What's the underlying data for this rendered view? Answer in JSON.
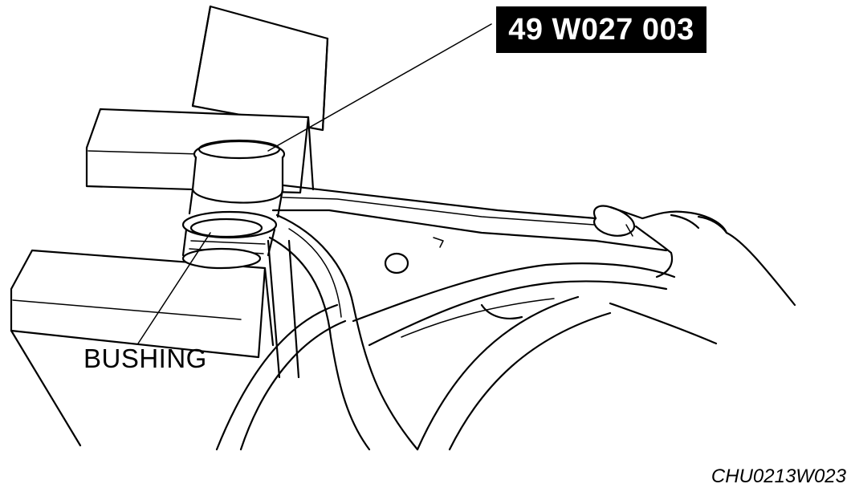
{
  "callouts": {
    "tool_number": "49 W027 003",
    "part_name": "BUSHING"
  },
  "figure_code": "CHU0213W023",
  "colors": {
    "line": "#000000",
    "background": "#ffffff",
    "label_fill": "#000000",
    "label_text": "#ffffff"
  }
}
